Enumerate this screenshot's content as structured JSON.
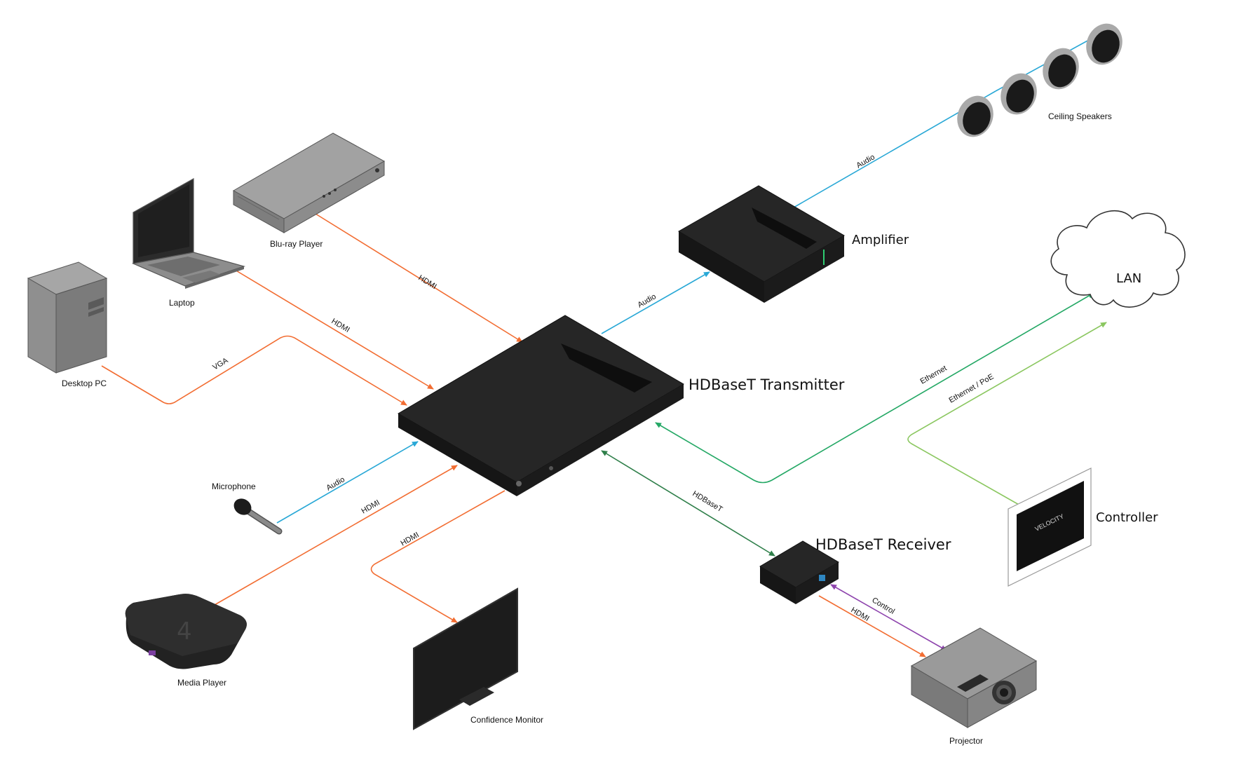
{
  "colors": {
    "hdmi": "#f26d32",
    "audio": "#29a8d6",
    "hdbaset": "#2f7f4a",
    "ethernet": "#24a865",
    "poe": "#8bc760",
    "control": "#8e44ad",
    "device_dark": "#1d1d1d",
    "device_grey": "#8a8a8a"
  },
  "devices": {
    "desktop_pc": "Desktop PC",
    "laptop": "Laptop",
    "bluray": "Blu-ray Player",
    "microphone": "Microphone",
    "media_player": "Media Player",
    "confidence_monitor": "Confidence Monitor",
    "transmitter": "HDBaseT Transmitter",
    "amplifier": "Amplifier",
    "ceiling_speakers": "Ceiling Speakers",
    "lan": "LAN",
    "controller": "Controller",
    "receiver": "HDBaseT Receiver",
    "projector": "Projector"
  },
  "connections": {
    "bluray_hdmi": "HDMI",
    "laptop_hdmi": "HDMI",
    "pc_vga": "VGA",
    "mic_audio": "Audio",
    "media_hdmi": "HDMI",
    "monitor_hdmi": "HDMI",
    "amp_audio": "Audio",
    "speakers_audio": "Audio",
    "ethernet": "Ethernet",
    "ethernet_poe": "Ethernet / PoE",
    "hdbaset": "HDBaseT",
    "control": "Control",
    "projector_hdmi": "HDMI"
  },
  "screen_text": {
    "controller_brand": "VELOCITY",
    "media_player_glyph": "4"
  }
}
